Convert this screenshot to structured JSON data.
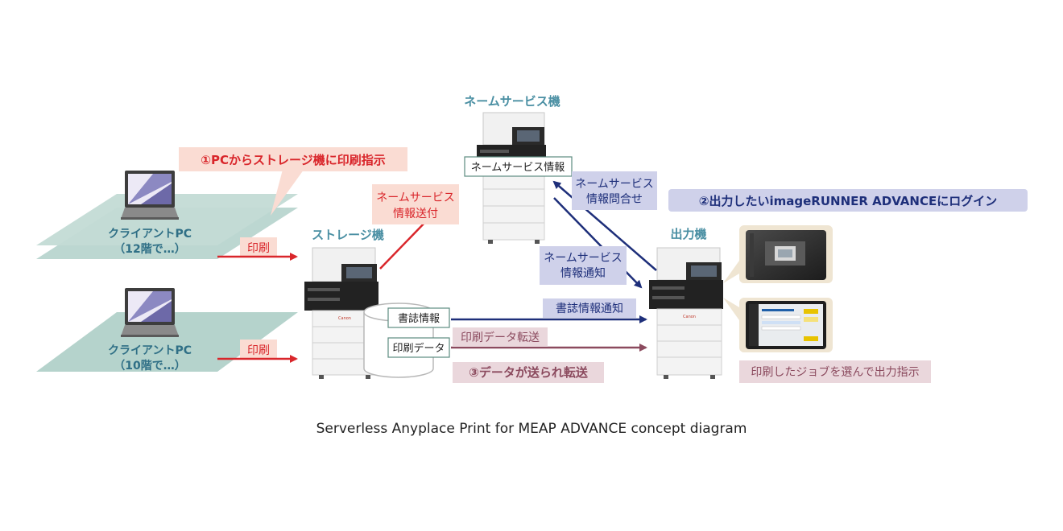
{
  "labels": {
    "name_server": "ネームサービス機",
    "storage": "ストレージ機",
    "output": "出力機",
    "client_12_line1": "クライアントPC",
    "client_12_line2": "（12階で…）",
    "client_10_line1": "クライアントPC",
    "client_10_line2": "（10階で…）",
    "print_top": "印刷",
    "print_bottom": "印刷",
    "name_service_info_box": "ネームサービス情報",
    "name_send_line1": "ネームサービス",
    "name_send_line2": "情報送付",
    "name_query_line1": "ネームサービス",
    "name_query_line2": "情報問合せ",
    "name_notify_line1": "ネームサービス",
    "name_notify_line2": "情報通知",
    "biblio_box": "書誌情報",
    "print_data_box": "印刷データ",
    "biblio_notify": "書誌情報通知",
    "print_data_transfer": "印刷データ転送",
    "callout_1": "①PCからストレージ機に印刷指示",
    "callout_2": "②出力したいimageRUNNER ADVANCEにログイン",
    "callout_3": "③データが送られ転送",
    "select_job": "印刷したジョブを選んで出力指示",
    "canon_brand": "Canon"
  },
  "caption": "Serverless Anyplace Print for MEAP ADVANCE concept diagram",
  "colors": {
    "red_arrow": "#d9262b",
    "navy_arrow": "#1e2f7a",
    "maroon_arrow": "#8b4a5e",
    "teal_text": "#4a8fa3",
    "floor": "#b5d3cc",
    "salmon_bg": "#fadcd3",
    "lavender_bg": "#cfd1ea",
    "pink_bg": "#ead7dc",
    "tan_bg": "#efe5d2"
  }
}
